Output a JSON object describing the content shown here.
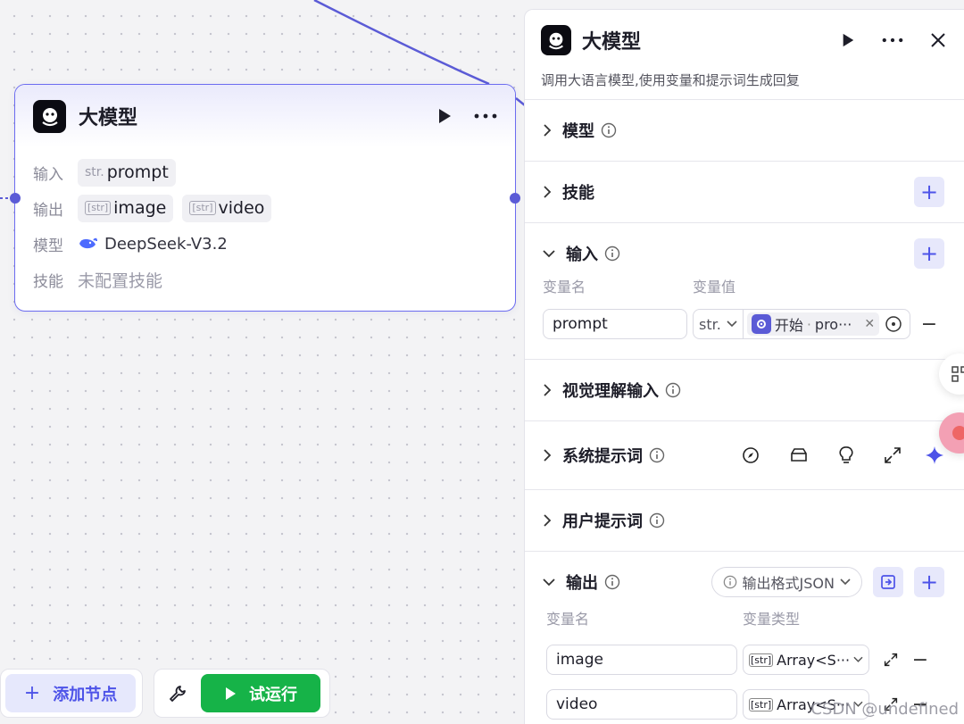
{
  "node": {
    "title": "大模型",
    "rows": {
      "input_label": "输入",
      "input_type": "str.",
      "input_value": "prompt",
      "output_label": "输出",
      "outputs": [
        {
          "type": "[str]",
          "name": "image"
        },
        {
          "type": "[str]",
          "name": "video"
        }
      ],
      "model_label": "模型",
      "model_value": "DeepSeek-V3.2",
      "skill_label": "技能",
      "skill_value": "未配置技能"
    }
  },
  "toolbar": {
    "add_node_label": "添加节点",
    "run_label": "试运行"
  },
  "panel": {
    "title": "大模型",
    "description": "调用大语言模型,使用变量和提示词生成回复",
    "sections": {
      "model": "模型",
      "skills": "技能",
      "input": "输入",
      "vision_input": "视觉理解输入",
      "system_prompt": "系统提示词",
      "user_prompt": "用户提示词",
      "output": "输出"
    },
    "input_table": {
      "col_name": "变量名",
      "col_value": "变量值",
      "row": {
        "name": "prompt",
        "type": "str.",
        "ref_source": "开始",
        "ref_var": "pro···"
      }
    },
    "output_format": "输出格式JSON",
    "output_table": {
      "col_name": "变量名",
      "col_type": "变量类型",
      "rows": [
        {
          "name": "image",
          "type_badge": "[str]",
          "type": "Array<S···"
        },
        {
          "name": "video",
          "type_badge": "[str]",
          "type": "Array<S···"
        }
      ]
    }
  },
  "watermark": "CSDN @undefined",
  "colors": {
    "accent": "#4d53e8",
    "edge": "#5b5bd6",
    "run_green": "#16b348",
    "node_border": "#6c6cf0"
  }
}
